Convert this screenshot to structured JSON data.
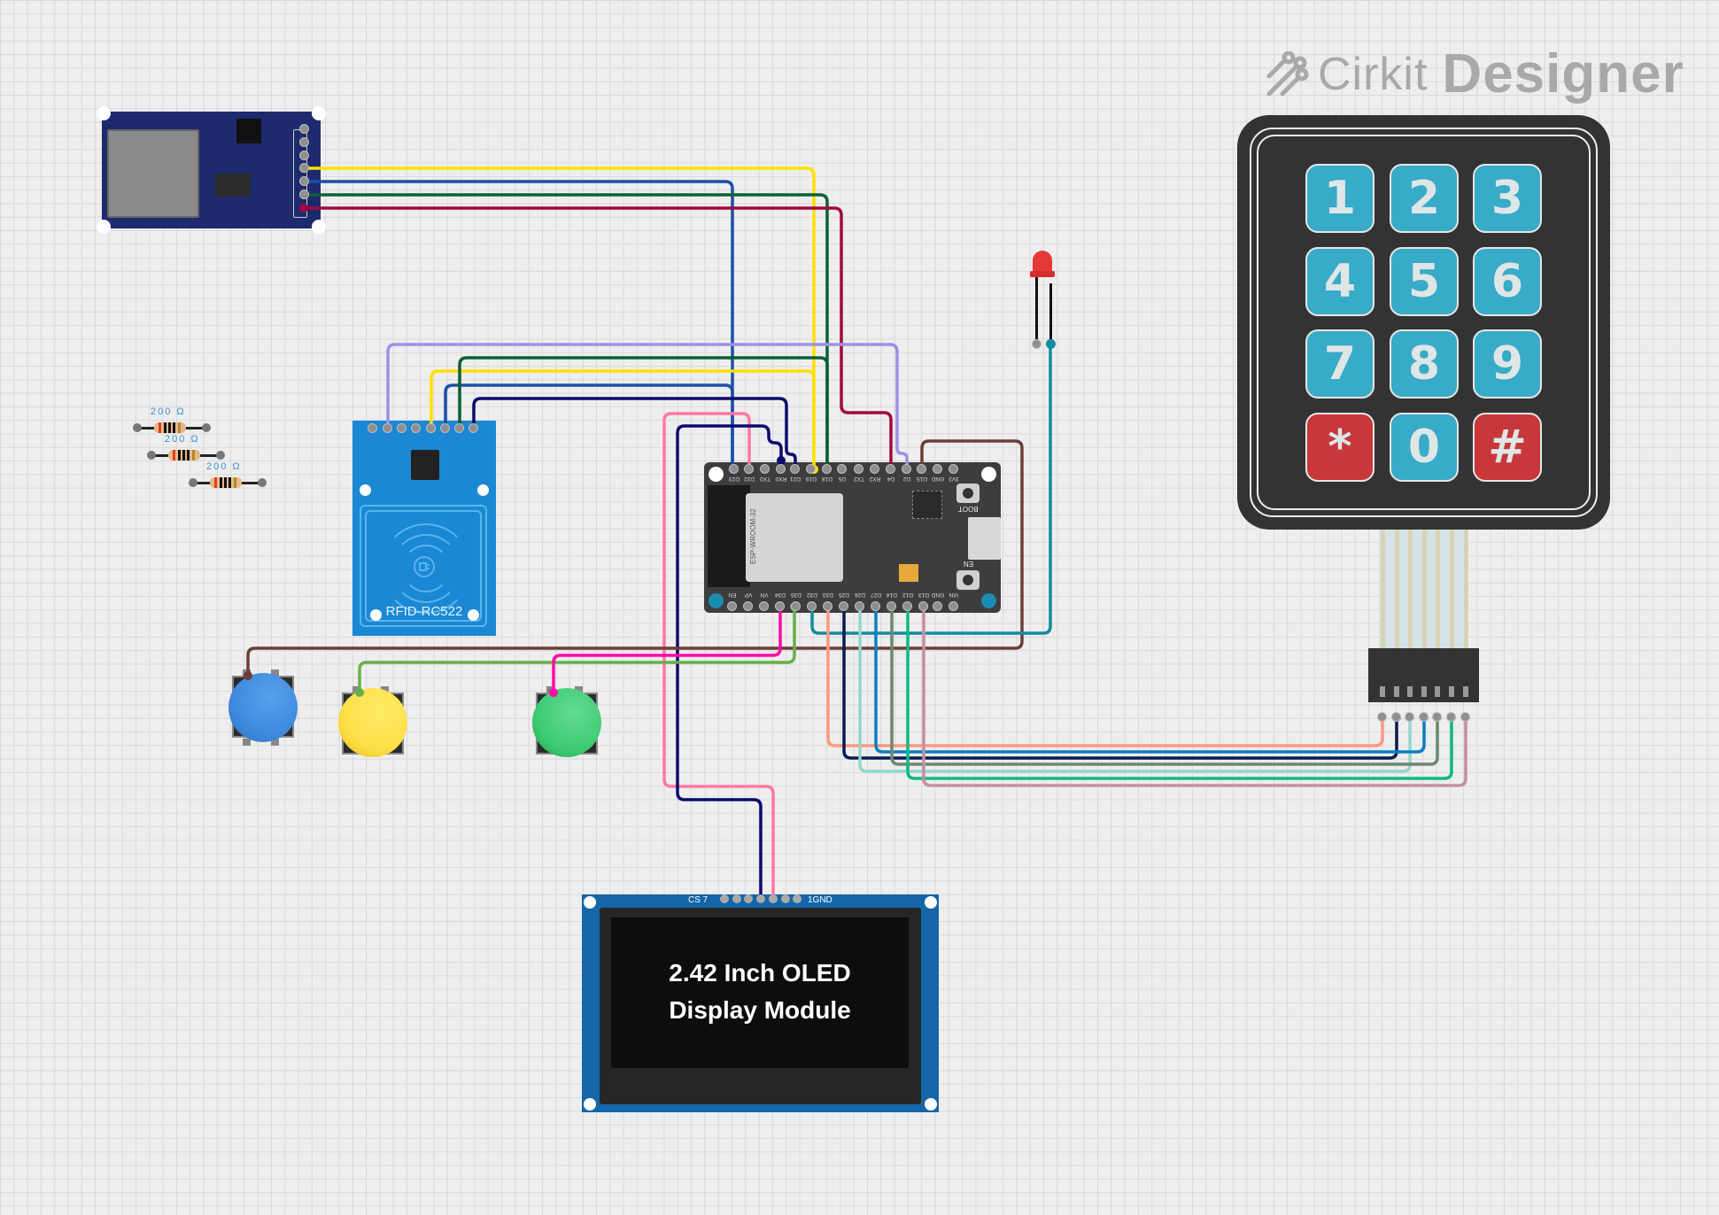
{
  "app": {
    "brand_prefix": "Cirkit",
    "brand_suffix": "Designer"
  },
  "components": {
    "sd_module": {
      "name": "MicroSD Card Module"
    },
    "resistors": [
      {
        "label": "200 Ω"
      },
      {
        "label": "200 Ω"
      },
      {
        "label": "200 Ω"
      }
    ],
    "rfid": {
      "label": "RFID-RC522"
    },
    "esp32": {
      "module_label": "ESP-WROOM-32",
      "top_pins": [
        "D23",
        "D22",
        "TX0",
        "RX0",
        "D21",
        "D19",
        "D18",
        "D5",
        "TX2",
        "RX2",
        "D4",
        "D2",
        "D15",
        "GND",
        "3V3"
      ],
      "bottom_pins": [
        "EN",
        "VP",
        "VN",
        "D34",
        "D35",
        "D32",
        "D33",
        "D25",
        "D26",
        "D27",
        "D14",
        "D12",
        "D13",
        "GND",
        "VIN"
      ],
      "boot_label": "BOOT",
      "en_label": "EN"
    },
    "led": {
      "color": "red"
    },
    "keypad": {
      "keys": [
        "1",
        "2",
        "3",
        "4",
        "5",
        "6",
        "7",
        "8",
        "9",
        "*",
        "0",
        "#"
      ],
      "key_color": "#38abc8",
      "special_key_color": "#c8373a"
    },
    "buttons": [
      {
        "color": "blue",
        "hex": "#3d8ade"
      },
      {
        "color": "yellow",
        "hex": "#fde047"
      },
      {
        "color": "green",
        "hex": "#3fcb74"
      }
    ],
    "oled": {
      "line1": "2.42 Inch OLED",
      "line2": "Display Module",
      "pin_label_left": "CS 7",
      "pin_label_right": "1GND"
    }
  },
  "wires": [
    {
      "from": "SD pin 3",
      "to": "ESP32 D19",
      "color": "#ffe000"
    },
    {
      "from": "SD pin 4",
      "to": "ESP32 D23",
      "color": "#1d4fa8"
    },
    {
      "from": "SD pin 5",
      "to": "ESP32 D18",
      "color": "#0a6035"
    },
    {
      "from": "SD pin 6",
      "to": "ESP32 D4",
      "color": "#a0093e"
    },
    {
      "from": "RFID pin 2",
      "to": "ESP32 D2",
      "color": "#9f90e6"
    },
    {
      "from": "RFID pin 5",
      "to": "ESP32 D19",
      "color": "#ffe000"
    },
    {
      "from": "RFID pin 6",
      "to": "ESP32 D23",
      "color": "#1d4fa8"
    },
    {
      "from": "RFID pin 7",
      "to": "ESP32 D18",
      "color": "#0a6035"
    },
    {
      "from": "RFID pin 8",
      "to": "ESP32 D21",
      "color": "#0b0b6e"
    },
    {
      "from": "OLED pin",
      "to": "ESP32 D22",
      "color": "#ff77a8"
    },
    {
      "from": "OLED pin",
      "to": "ESP32 D21",
      "color": "#0b0b6e"
    },
    {
      "from": "Blue button",
      "to": "ESP32 D15",
      "color": "#6b3e3a"
    },
    {
      "from": "Yellow button",
      "to": "ESP32 D35",
      "color": "#66b04c"
    },
    {
      "from": "Green button",
      "to": "ESP32 D34",
      "color": "#ff0aa6"
    },
    {
      "from": "LED anode",
      "to": "ESP32 D32",
      "color": "#118c9e"
    },
    {
      "from": "Keypad pin 1",
      "to": "ESP32 D33",
      "color": "#ff9880"
    },
    {
      "from": "Keypad pin 2",
      "to": "ESP32 D25",
      "color": "#0a1a4e"
    },
    {
      "from": "Keypad pin 3",
      "to": "ESP32 D26",
      "color": "#94d6cc"
    },
    {
      "from": "Keypad pin 4",
      "to": "ESP32 D27",
      "color": "#0a7fc0"
    },
    {
      "from": "Keypad pin 5",
      "to": "ESP32 D14",
      "color": "#6c8770"
    },
    {
      "from": "Keypad pin 6",
      "to": "ESP32 D12",
      "color": "#0db884"
    },
    {
      "from": "Keypad pin 7",
      "to": "ESP32 D13",
      "color": "#c78ea0"
    }
  ]
}
